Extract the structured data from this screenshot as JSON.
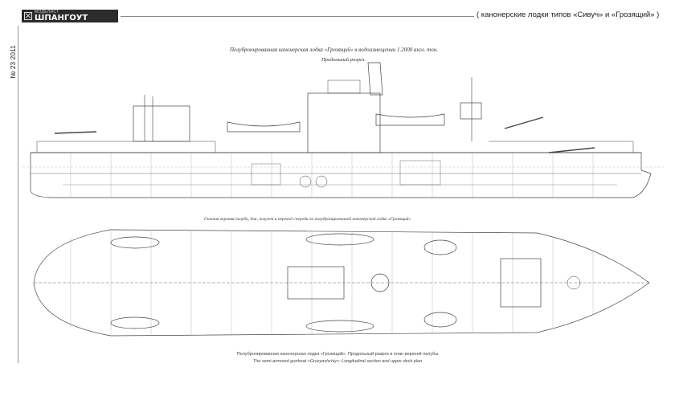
{
  "header": {
    "logo_small": "МОДЕЛИСТ",
    "logo_main": "ШПАНГОУТ",
    "title": "( канонерские лодки типов «Сивуч» и «Грозящий» )",
    "issue": "№ 23 2011"
  },
  "drawing": {
    "profile_title": "Полубронированная канонерская лодка «Грозящий» в водоизмещении 1.2000 англ. тон.",
    "profile_subtitle": "Продольный разрез.",
    "plan_title": "Главная верхняя палуба, бак, полуют и переход спереди по полубронированной канонерской лодке «Грозящий»"
  },
  "captions": {
    "ru": "Полубронированная канонерская лодка «Грозящий». Продольный разрез и план верхней палубы",
    "en": "The semi-armored gunboat «Grozyashchiy»: Longitudinal section and upper deck plan"
  }
}
